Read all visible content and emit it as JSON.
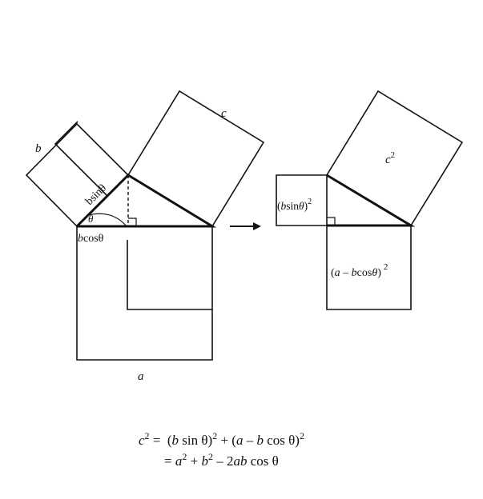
{
  "left": {
    "label_b": "b",
    "label_c": "c",
    "label_a": "a",
    "label_bsin": "bsinθ",
    "label_theta": "θ",
    "label_bcos_b": "b",
    "label_bcos_rest": "cosθ"
  },
  "right": {
    "label_c": "c",
    "exp": "2",
    "label_bsin_open": "(",
    "label_bsin_b": "b",
    "label_bsin_mid": "sin",
    "label_bsin_theta": "θ",
    "label_bsin_close": ")",
    "label_amb_open": "(",
    "label_amb_a": "a",
    "label_amb_minus": " – ",
    "label_amb_b": "b",
    "label_amb_cos": "cos",
    "label_amb_theta": "θ",
    "label_amb_close": ")"
  },
  "equation": {
    "line1": {
      "c": "c",
      "c_exp": "2",
      "eq": " =  (",
      "b": "b",
      "sin": " sin ",
      "theta1": "θ",
      "close1": ")",
      "exp1": "2",
      "plus": " + (",
      "a": "a",
      "minus": " – ",
      "b2": "b",
      "cos": " cos ",
      "theta2": "θ",
      "close2": ")",
      "exp2": "2"
    },
    "line2": {
      "eq": "= ",
      "a": "a",
      "a_exp": "2",
      "plus": " + ",
      "b": "b",
      "b_exp": "2",
      "minus": " – 2",
      "ab": "ab",
      "cos": " cos ",
      "theta": "θ"
    }
  }
}
